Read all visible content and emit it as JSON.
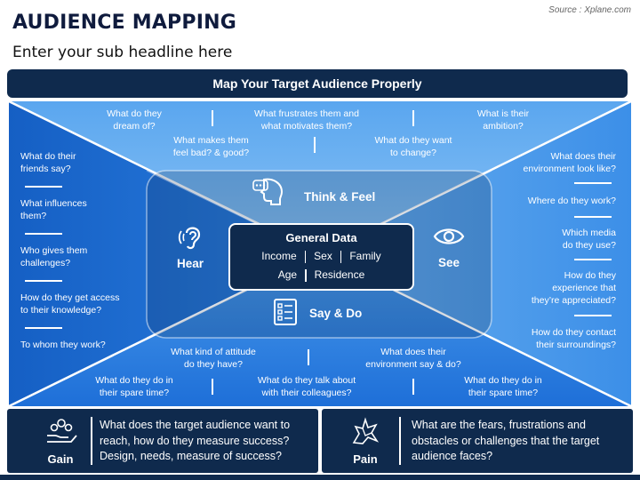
{
  "title": "AUDIENCE MAPPING",
  "subtitle": "Enter your sub headline here",
  "source": "Source : Xplane.com",
  "banner": "Map Your Target Audience Properly",
  "center": {
    "title": "General Data",
    "row1": [
      "Income",
      "Sex",
      "Family"
    ],
    "row2": [
      "Age",
      "Residence"
    ]
  },
  "sections": {
    "think": "Think & Feel",
    "hear": "Hear",
    "see": "See",
    "say": "Say & Do"
  },
  "top_questions": [
    "What do they\ndream of?",
    "What frustrates them and\nwhat motivates them?",
    "What is their\nambition?",
    "What makes them\nfeel bad? & good?",
    "What do they want\nto change?"
  ],
  "left_questions": [
    "What do their\nfriends say?",
    "What influences\nthem?",
    "Who gives them\nchallenges?",
    "How do they get access\nto their knowledge?",
    "To whom they work?"
  ],
  "right_questions": [
    "What does their\nenvironment look like?",
    "Where do they work?",
    "Which media\ndo they use?",
    "How do they\nexperience that\nthey’re appreciated?",
    "How do they contact\ntheir surroundings?"
  ],
  "bottom_questions": [
    "What kind of attitude\ndo they have?",
    "What does their\nenvironment say & do?",
    "What do they do in\ntheir spare time?",
    "What do they talk about\nwith their colleagues?",
    "What do they do in\ntheir spare time?"
  ],
  "gain": {
    "label": "Gain",
    "text": "What does the target audience want to reach, how do they measure success? Design, needs, measure of success?"
  },
  "pain": {
    "label": "Pain",
    "text": "What are the fears, frustrations and obstacles or challenges that the target audience faces?"
  },
  "colors": {
    "navy": "#0f2a4d",
    "top": "#6fb3f1",
    "left": "#1a6ad0",
    "right": "#3f95ec",
    "bottom": "#2a7ae0"
  }
}
